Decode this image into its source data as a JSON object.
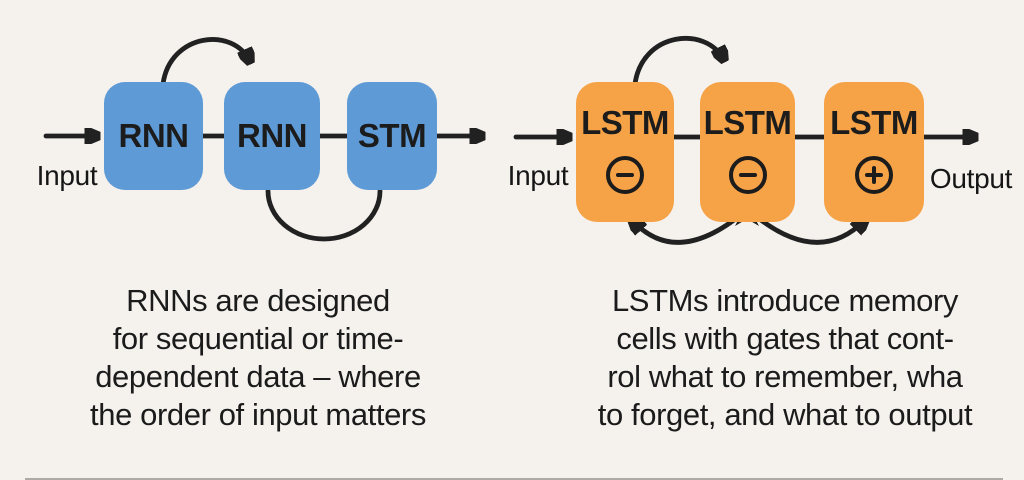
{
  "colors": {
    "background": "#f5f2ee",
    "node_blue": "#5d9ad6",
    "node_orange": "#f6a247",
    "stroke": "#212121",
    "text": "#1b1b1b"
  },
  "rnn_diagram": {
    "input_label": "Input",
    "nodes": [
      {
        "label": "RNN"
      },
      {
        "label": "RNN"
      },
      {
        "label": "STM"
      }
    ],
    "caption_lines": [
      "RNNs are designed",
      "for sequential or time-",
      "dependent data – where",
      "the order of input matters"
    ]
  },
  "lstm_diagram": {
    "input_label": "Input",
    "output_label": "Output",
    "nodes": [
      {
        "label": "LSTM",
        "gate_icon": "minus-gate-icon"
      },
      {
        "label": "LSTM",
        "gate_icon": "minus-gate-icon"
      },
      {
        "label": "LSTM",
        "gate_icon": "plus-gate-icon"
      }
    ],
    "caption_lines": [
      "LSTMs introduce memory",
      "cells with gates that cont-",
      "rol what to remember, wha",
      "to forget, and what to output"
    ]
  }
}
